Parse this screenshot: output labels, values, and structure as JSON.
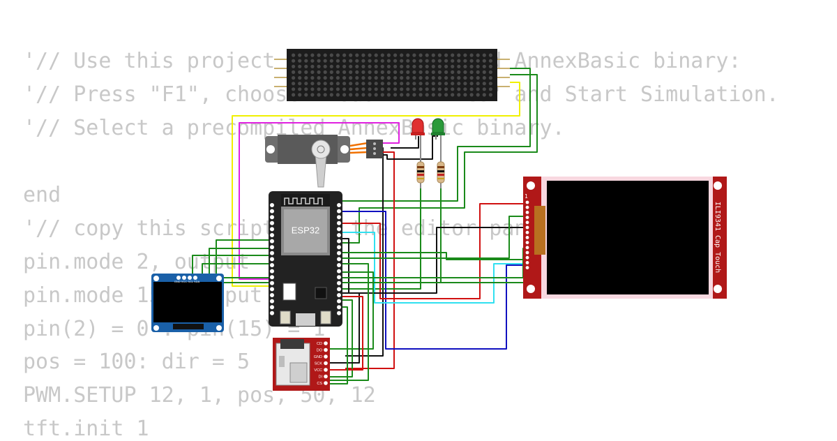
{
  "code_lines": [
    "'// Use this project with the compiled AnnexBasic binary:",
    "'// Press \"F1\", choose \"Load HEX File\" and Start Simulation.",
    "'// Select a precompiled AnnexBasic binary.",
    "",
    "end",
    "'// copy this script into the editor panel and run it",
    "pin.mode 2, output",
    "pin.mode 15, output",
    "pin(2) = 0 : pin(15) = 1",
    "pos = 100: dir = 5",
    "PWM.SETUP 12, 1, pos, 50, 12",
    "tft.init 1"
  ],
  "components": {
    "esp32": {
      "label": "ESP32"
    },
    "tft": {
      "label": "ILI9341 Cap Touch",
      "pin_marker": "1"
    },
    "oled": {
      "pin_labels": "GND VCC SCL SDA"
    },
    "sd_card": {
      "pins": [
        "CD",
        "DO",
        "GND",
        "SCK",
        "VCC",
        "DI",
        "CS"
      ]
    },
    "leds": [
      {
        "color": "#e03030"
      },
      {
        "color": "#2a9a3a"
      }
    ],
    "matrix": {
      "rows": 8,
      "cols": 32
    }
  },
  "colors": {
    "wire_green": "#1a8a1a",
    "wire_red": "#d01010",
    "wire_black": "#111111",
    "wire_yellow": "#f0f000",
    "wire_magenta": "#e020e0",
    "wire_blue": "#1010c0",
    "wire_cyan": "#30e0f0"
  }
}
